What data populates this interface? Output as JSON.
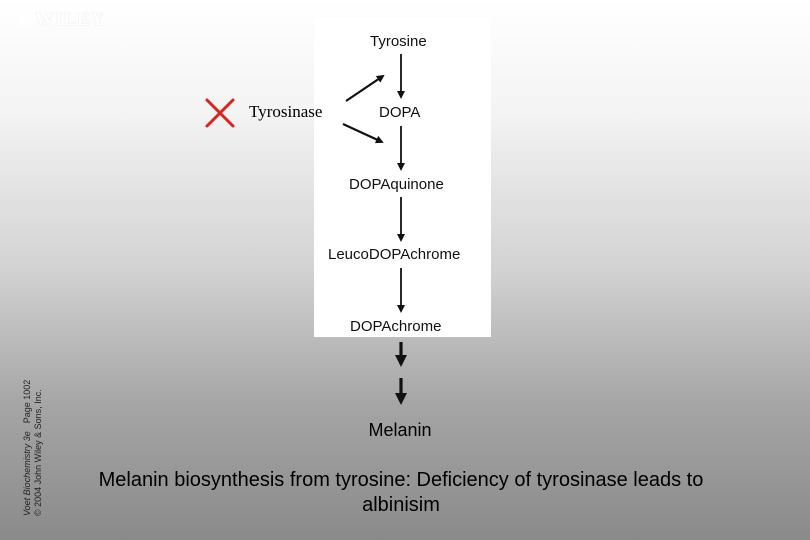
{
  "publisher": {
    "logo_text": "WILEY"
  },
  "side_credit": {
    "book_title": "Voet Biochemistry 3e",
    "page": "Page 1002",
    "copyright": "© 2004 John Wiley & Sons, Inc."
  },
  "pathway": {
    "compounds": {
      "tyrosine": "Tyrosine",
      "dopa": "DOPA",
      "dopaquinone": "DOPAquinone",
      "leucodopachrome": "LeucoDOPAchrome",
      "dopachrome": "DOPAchrome",
      "melanin": "Melanin"
    },
    "enzyme": "Tyrosinase",
    "block_color": "#e0201a"
  },
  "caption": "Melanin biosynthesis from tyrosine: Deficiency of tyrosinase leads to albinisim"
}
